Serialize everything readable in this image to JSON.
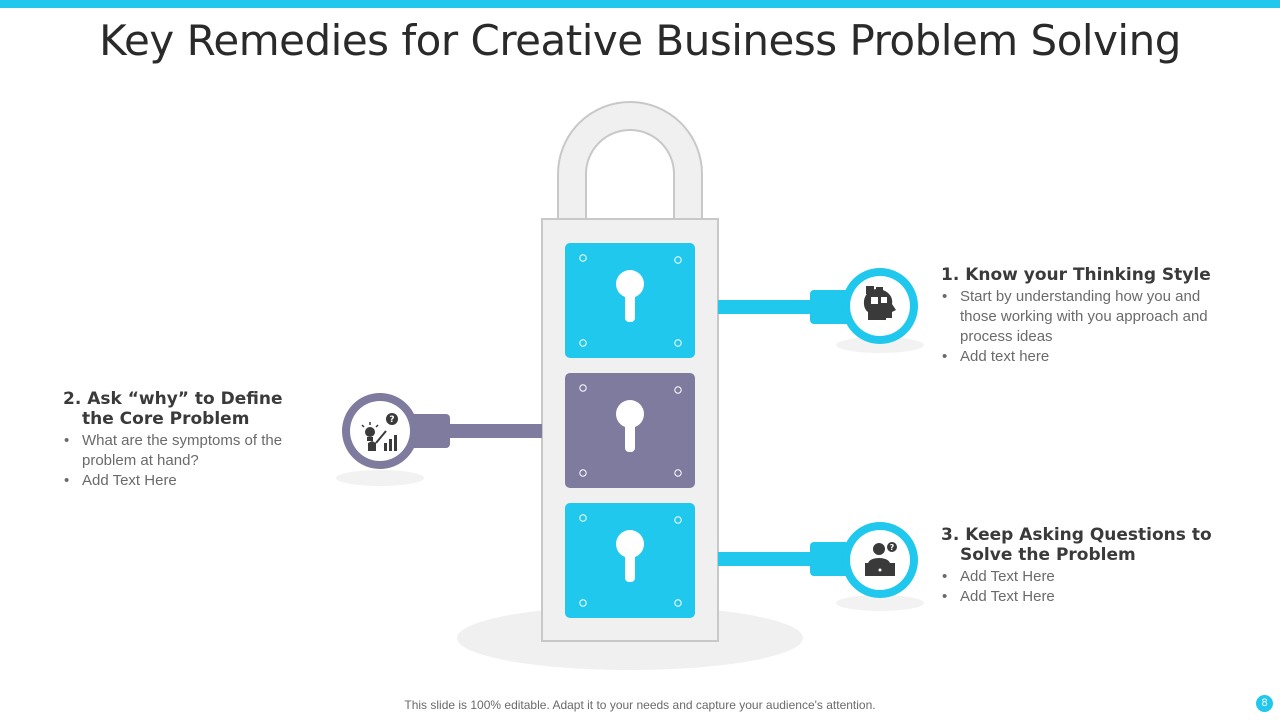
{
  "slide": {
    "title": "Key Remedies for Creative Business Problem Solving",
    "footer": "This slide is 100% editable. Adapt it to your needs and capture your audience's attention.",
    "page_number": "8"
  },
  "colors": {
    "accent_cyan": "#1FC8EC",
    "accent_purple": "#7E7B9E",
    "lock_body": "#F0F0F0",
    "lock_border": "#C8C8C8",
    "heading_text": "#3A3A3A",
    "body_text": "#6A6A6A"
  },
  "steps": [
    {
      "number": "1.",
      "title": "Know your Thinking Style",
      "icon": "head-puzzle-icon",
      "color": "cyan",
      "bullets": [
        "Start by understanding how you and those working with you approach and process ideas",
        "Add text here"
      ]
    },
    {
      "number": "2.",
      "title": "Ask “why” to Define the Core Problem",
      "icon": "idea-question-chart-icon",
      "color": "purple",
      "bullets": [
        "What are the symptoms of the problem at hand?",
        "Add Text Here"
      ]
    },
    {
      "number": "3.",
      "title": "Keep Asking Questions to Solve the Problem",
      "icon": "person-laptop-question-icon",
      "color": "cyan",
      "bullets": [
        "Add Text Here",
        "Add Text Here"
      ]
    }
  ]
}
